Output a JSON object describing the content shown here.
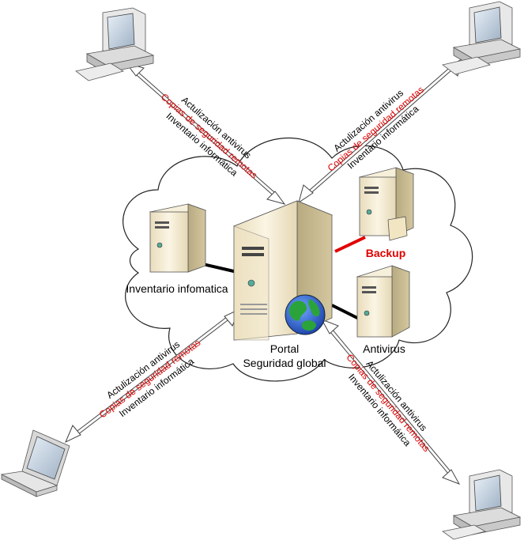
{
  "colors": {
    "accent_red": "#e00000",
    "server_body": "#efe6cf",
    "server_shadow": "#b9ab83",
    "cloud_stroke": "#222222",
    "arrow_stroke": "#444444"
  },
  "nodes": {
    "portal_line1": "Portal",
    "portal_line2": "Seguridad global",
    "inventory": "Inventario infomatica",
    "backup": "Backup",
    "antivirus": "Antivirus"
  },
  "links": [
    {
      "line1": "Actulización antivirus",
      "line2": "Copias de seguridad remotas",
      "line3": "Inventario informática"
    },
    {
      "line1": "Actulización antivirus",
      "line2": "Copias de seguridad remotas",
      "line3": "Inventario informática"
    },
    {
      "line1": "Actulización antivirus",
      "line2": "Copias de seguridad remotas",
      "line3": "Inventario informática"
    },
    {
      "line1": "Actulización antivirus",
      "line2": "Copias de seguridad remotas",
      "line3": "Inventario informática"
    }
  ],
  "icons": {
    "client_top_left": "desktop-computer-icon",
    "client_top_right": "desktop-computer-icon",
    "client_bottom_left": "laptop-icon",
    "client_bottom_right": "desktop-computer-icon",
    "portal": "tower-server-icon",
    "globe": "globe-icon",
    "backup_server": "server-icon",
    "antivirus_server": "server-icon",
    "inventory_server": "server-icon",
    "network": "cloud-icon"
  }
}
